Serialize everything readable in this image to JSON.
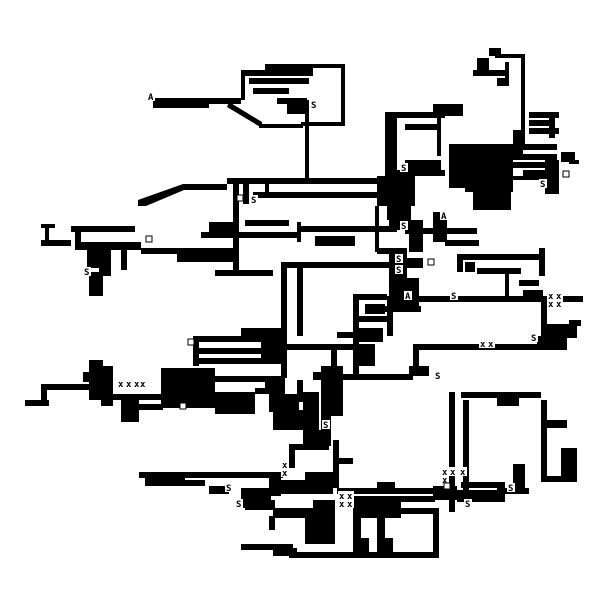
{
  "colors": {
    "background": "#ffffff",
    "wall": "#000000"
  },
  "legend": {
    "start_glyph": "S",
    "alt_glyph": "A",
    "cross_glyph": "x"
  },
  "markers": {
    "S": [
      [
        311,
        108
      ],
      [
        401,
        171
      ],
      [
        251,
        203
      ],
      [
        401,
        229
      ],
      [
        396,
        262
      ],
      [
        396,
        273
      ],
      [
        451,
        299
      ],
      [
        540,
        187
      ],
      [
        531,
        341
      ],
      [
        435,
        379
      ],
      [
        323,
        428
      ],
      [
        226,
        491
      ],
      [
        236,
        507
      ],
      [
        465,
        507
      ],
      [
        508,
        491
      ],
      [
        84,
        275
      ]
    ],
    "A": [
      [
        148,
        100
      ],
      [
        441,
        219
      ],
      [
        405,
        299
      ]
    ],
    "box": [
      [
        237,
        195
      ],
      [
        146,
        236
      ],
      [
        428,
        259
      ],
      [
        188,
        339
      ],
      [
        563,
        171
      ],
      [
        180,
        403
      ],
      [
        444,
        483
      ]
    ],
    "x": [
      [
        118,
        387
      ],
      [
        126,
        387
      ],
      [
        134,
        387
      ],
      [
        140,
        387
      ],
      [
        282,
        468
      ],
      [
        282,
        476
      ],
      [
        339,
        499
      ],
      [
        347,
        499
      ],
      [
        339,
        507
      ],
      [
        347,
        507
      ],
      [
        548,
        299
      ],
      [
        556,
        299
      ],
      [
        548,
        307
      ],
      [
        556,
        307
      ],
      [
        480,
        347
      ],
      [
        488,
        347
      ],
      [
        442,
        475
      ],
      [
        450,
        475
      ],
      [
        442,
        483
      ],
      [
        460,
        475
      ]
    ]
  }
}
